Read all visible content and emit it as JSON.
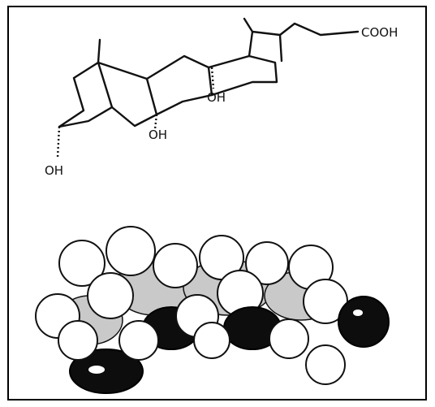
{
  "structure": {
    "labels": {
      "carboxyl": "COOH",
      "oh_3": "OH",
      "oh_7": "OH",
      "oh_12": "OH"
    }
  },
  "colors": {
    "line": "#111111",
    "oxygen_atom": "#0d0d0d",
    "hydrogen_atom": "#ffffff",
    "carbon_atom": "#c9c9c9"
  }
}
